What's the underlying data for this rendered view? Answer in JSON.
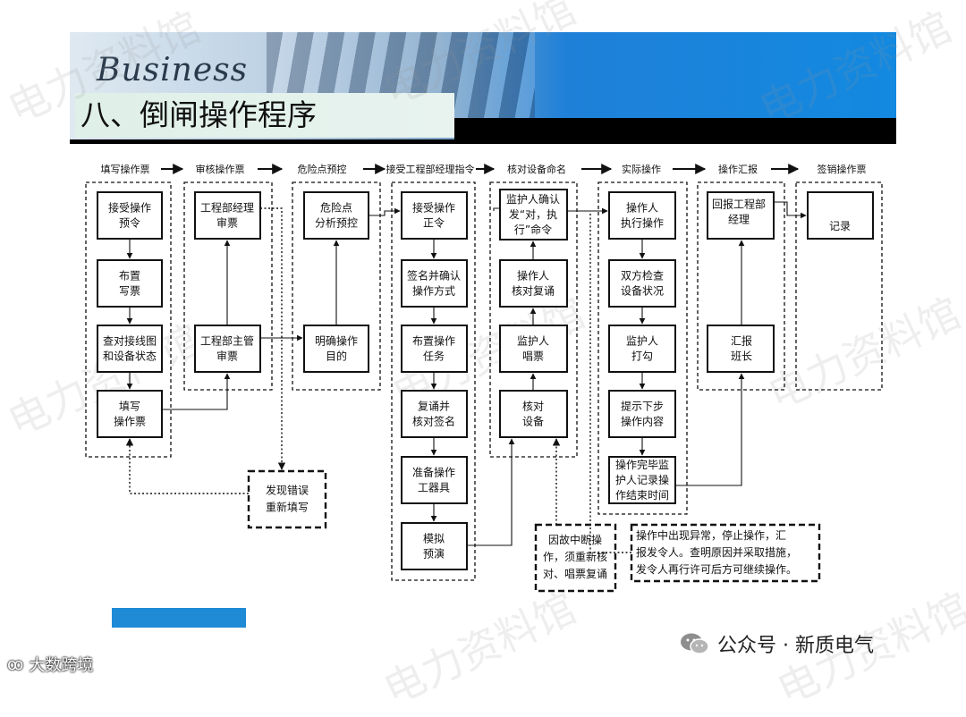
{
  "banner": {
    "word": "Business"
  },
  "page_title": "八、倒闸操作程序",
  "stages": [
    "填写操作票",
    "审核操作票",
    "危险点预控",
    "接受工程部经理指令",
    "核对设备命名",
    "实际操作",
    "操作汇报",
    "签销操作票"
  ],
  "nodes": {
    "c1_1": [
      "接受操作",
      "预令"
    ],
    "c1_2": [
      "布置",
      "写票"
    ],
    "c1_3": [
      "查对接线图",
      "和设备状态"
    ],
    "c1_4": [
      "填写",
      "操作票"
    ],
    "c2_1": [
      "工程部经理",
      "审票"
    ],
    "c2_2": [
      "工程部主管",
      "审票"
    ],
    "c3_1": [
      "危险点",
      "分析预控"
    ],
    "c3_2": [
      "明确操作",
      "目的"
    ],
    "c4_1": [
      "接受操作",
      "正令"
    ],
    "c4_2": [
      "签名并确认",
      "操作方式"
    ],
    "c4_3": [
      "布置操作",
      "任务"
    ],
    "c4_4": [
      "复诵并",
      "核对签名"
    ],
    "c4_5": [
      "准备操作",
      "工器具"
    ],
    "c4_6": [
      "模拟",
      "预演"
    ],
    "c5_1": [
      "监护人确认",
      "发“对，执",
      "行”命令"
    ],
    "c5_2": [
      "操作人",
      "核对复诵"
    ],
    "c5_3": [
      "监护人",
      "唱票"
    ],
    "c5_4": [
      "核对",
      "设备"
    ],
    "c6_1": [
      "操作人",
      "执行操作"
    ],
    "c6_2": [
      "双方检查",
      "设备状况"
    ],
    "c6_3": [
      "监护人",
      "打勾"
    ],
    "c6_4": [
      "提示下步",
      "操作内容"
    ],
    "c6_5": [
      "操作完毕监",
      "护人记录操",
      "作结束时间"
    ],
    "c7_1": [
      "回报工程部",
      "经理"
    ],
    "c7_2": [
      "汇报",
      "班长"
    ],
    "c8_1": [
      "记录"
    ]
  },
  "notes": {
    "error": [
      "发现错误",
      "重新填写"
    ],
    "interrupt": [
      "因故中断操",
      "作，须重新核",
      "对、唱票复诵"
    ],
    "abnormal": [
      "操作中出现异常，停止操作，汇",
      "报发令人。查明原因并采取措施，",
      "发令人再行许可后方可继续操作。"
    ]
  },
  "watermarks": [
    "电力资料馆",
    "电力资料馆",
    "电力资料馆",
    "电力资料馆",
    "电力资料馆",
    "电力资料馆",
    "电力资料馆",
    "电力资料馆"
  ],
  "footer": {
    "wechat_text": "公众号 · 新质电气",
    "corner_text": "大数跨境"
  }
}
